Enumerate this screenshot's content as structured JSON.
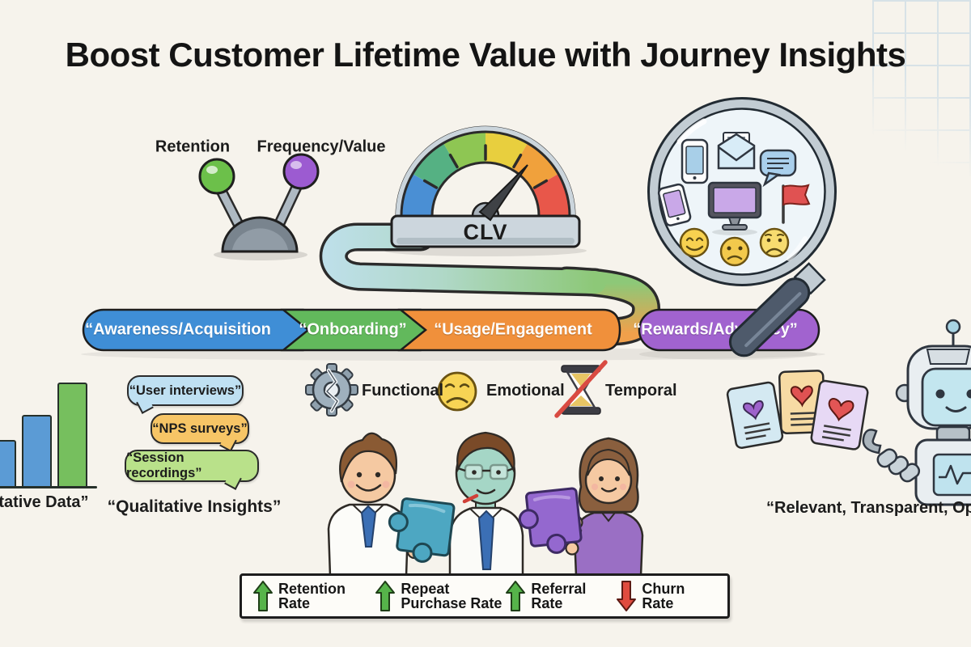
{
  "title": "Boost Customer Lifetime Value with Journey Insights",
  "control_levers": {
    "left_label": "Retention",
    "right_label": "Frequency/Value",
    "left_knob_color": "#6cc04a",
    "right_knob_color": "#9c5bd1"
  },
  "gauge": {
    "label": "CLV",
    "arc_colors": [
      "#4a8fd4",
      "#55b183",
      "#8ec653",
      "#e8cf3e",
      "#f0a13c",
      "#e8574a"
    ]
  },
  "journey_stages": [
    {
      "label": "“Awareness/Acquisition",
      "color": "#3f8ed6"
    },
    {
      "label": "“Onboarding”",
      "color": "#62b95c"
    },
    {
      "label": "“Usage/Engagement",
      "color": "#f0903b"
    },
    {
      "label": "“Rewards/Advocacy”",
      "color": "#a163cf"
    }
  ],
  "quantitative": {
    "label": "“Quantitative Data”",
    "bars": [
      {
        "color": "#5b9bd5",
        "height": 55
      },
      {
        "color": "#5b9bd5",
        "height": 86
      },
      {
        "color": "#76bf5e",
        "height": 126
      }
    ]
  },
  "qualitative": {
    "label": "“Qualitative Insights”",
    "bubbles": [
      {
        "text": "“User interviews”",
        "color": "#bfe0f2"
      },
      {
        "text": "“NPS surveys”",
        "color": "#f7c566"
      },
      {
        "text": "“Session recordings”",
        "color": "#b9e18a"
      }
    ]
  },
  "experience_dimensions": [
    {
      "label": "Functional",
      "icon": "broken-gear-icon"
    },
    {
      "label": "Emotional",
      "icon": "sad-face-icon"
    },
    {
      "label": "Temporal",
      "icon": "crossed-hourglass-icon"
    }
  ],
  "metrics": [
    {
      "label": "Retention Rate",
      "direction": "up",
      "arrow_color": "#56b44a"
    },
    {
      "label": "Repeat Purchase Rate",
      "direction": "up",
      "arrow_color": "#56b44a"
    },
    {
      "label": "Referral Rate",
      "direction": "up",
      "arrow_color": "#56b44a"
    },
    {
      "label": "Churn Rate",
      "direction": "down",
      "arrow_color": "#e04b3f"
    }
  ],
  "messaging_note": "“Relevant, Transparent, Opt-Out”"
}
